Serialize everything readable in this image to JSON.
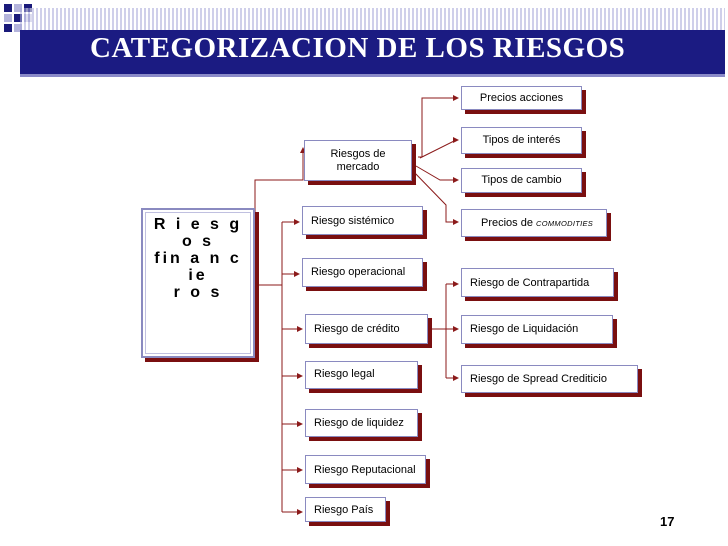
{
  "title": "CATEGORIZACION DE LOS RIESGOS",
  "root": {
    "label": "Riesgos financieros",
    "label_lines": [
      "R i e s g o s",
      "fin a n c ie",
      "r o s"
    ]
  },
  "market_risk": {
    "label": "Riesgos de mercado"
  },
  "market_children": [
    {
      "label": "Precios acciones"
    },
    {
      "label": "Tipos de interés"
    },
    {
      "label": "Tipos de cambio"
    },
    {
      "label_prefix": "Precios de ",
      "label_suffix": "COMMODITIES"
    }
  ],
  "risk_types": [
    {
      "label": "Riesgo sistémico"
    },
    {
      "label": "Riesgo operacional"
    },
    {
      "label": "Riesgo de crédito"
    },
    {
      "label": "Riesgo legal"
    },
    {
      "label": "Riesgo de liquidez"
    },
    {
      "label": "Riesgo Reputacional"
    },
    {
      "label": "Riesgo País"
    }
  ],
  "credit_children": [
    {
      "label": "Riesgo de Contrapartida"
    },
    {
      "label": "Riesgo de Liquidación"
    },
    {
      "label": "Riesgo de Spread Crediticio"
    }
  ],
  "page_number": "17",
  "colors": {
    "title_bar": "#1b1b82",
    "node_shadow": "#7a0f10",
    "connector": "#8b1a1a"
  }
}
